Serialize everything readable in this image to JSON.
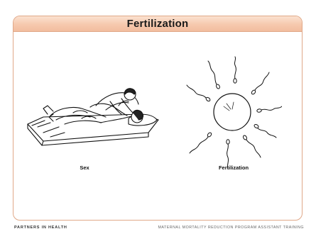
{
  "slide": {
    "title": "Fertilization",
    "figures": [
      {
        "caption": "Sex",
        "icon": "couple-illustration"
      },
      {
        "caption": "Fertilization",
        "icon": "egg-and-sperm-illustration"
      }
    ]
  },
  "footer": {
    "left": "PARTNERS IN HEALTH",
    "right": "MATERNAL MORTALITY REDUCTION PROGRAM ASSISTANT TRAINING"
  },
  "colors": {
    "title_bar_fill": "#f6c9ae",
    "title_bar_border": "#e0a888",
    "text": "#1a1a1a"
  }
}
